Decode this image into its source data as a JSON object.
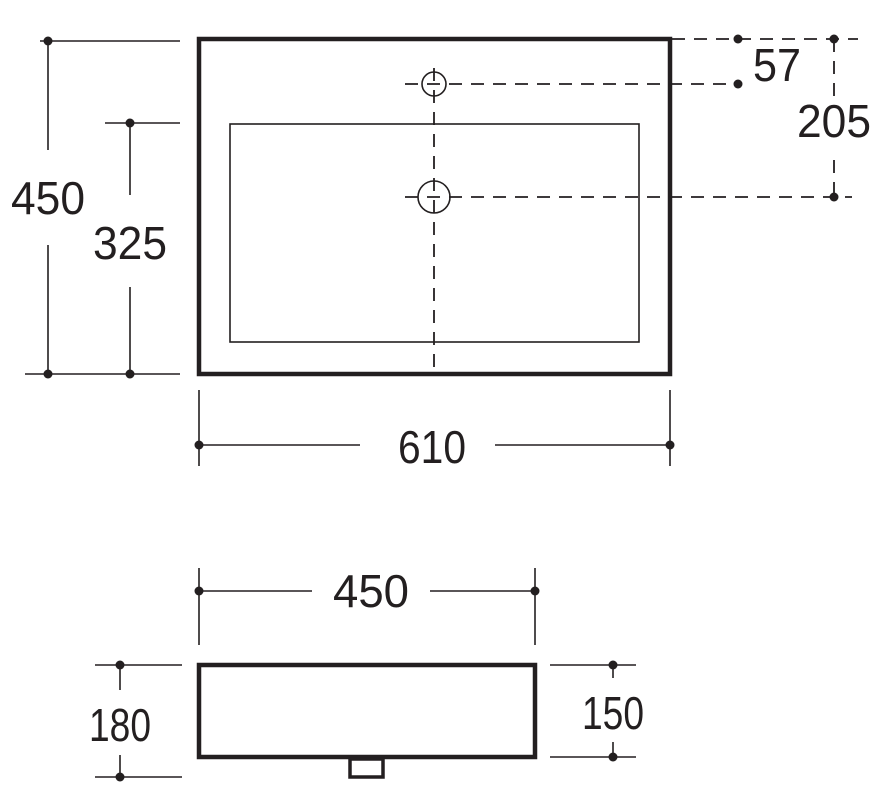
{
  "top_view": {
    "overall_depth": "450",
    "bowl_depth": "325",
    "overall_width": "610",
    "tap_hole_offset": "57",
    "waste_offset": "205"
  },
  "side_view": {
    "depth": "450",
    "overall_height": "180",
    "bowl_height": "150"
  }
}
